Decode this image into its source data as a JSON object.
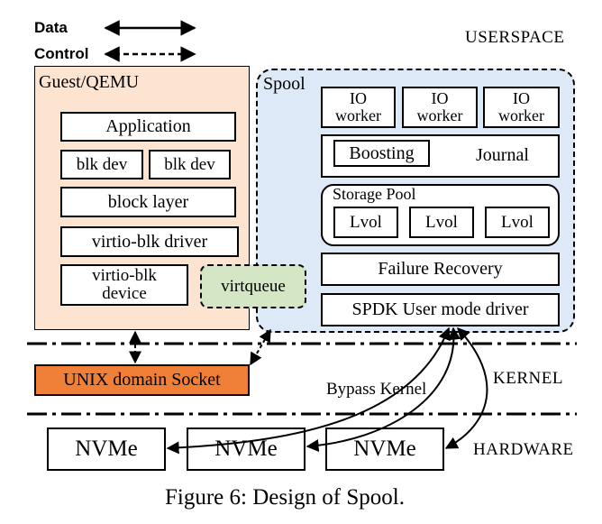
{
  "legend": {
    "data_label": "Data",
    "control_label": "Control"
  },
  "regions": {
    "userspace": "USERSPACE",
    "kernel": "KERNEL",
    "hardware": "HARDWARE"
  },
  "guest": {
    "title": "Guest/QEMU",
    "application": "Application",
    "blk_dev_1": "blk dev",
    "blk_dev_2": "blk dev",
    "block_layer": "block layer",
    "virtio_blk_driver": "virtio-blk driver",
    "virtio_blk_device": "virtio-blk device",
    "virtqueue": "virtqueue",
    "fill_color": "#fce4d0"
  },
  "spool": {
    "title": "Spool",
    "io_workers": [
      "IO worker",
      "IO worker",
      "IO worker"
    ],
    "boosting": "Boosting",
    "journal": "Journal",
    "storage_pool": "Storage Pool",
    "lvols": [
      "Lvol",
      "Lvol",
      "Lvol"
    ],
    "failure_recovery": "Failure Recovery",
    "spdk_driver": "SPDK User mode driver",
    "fill_color": "#dde9f7"
  },
  "socket": {
    "label": "UNIX domain Socket",
    "fill_color": "#f07f38"
  },
  "bypass_label": "Bypass Kernel",
  "nvme": [
    "NVMe",
    "NVMe",
    "NVMe"
  ],
  "caption": "Figure 6:  Design of Spool."
}
